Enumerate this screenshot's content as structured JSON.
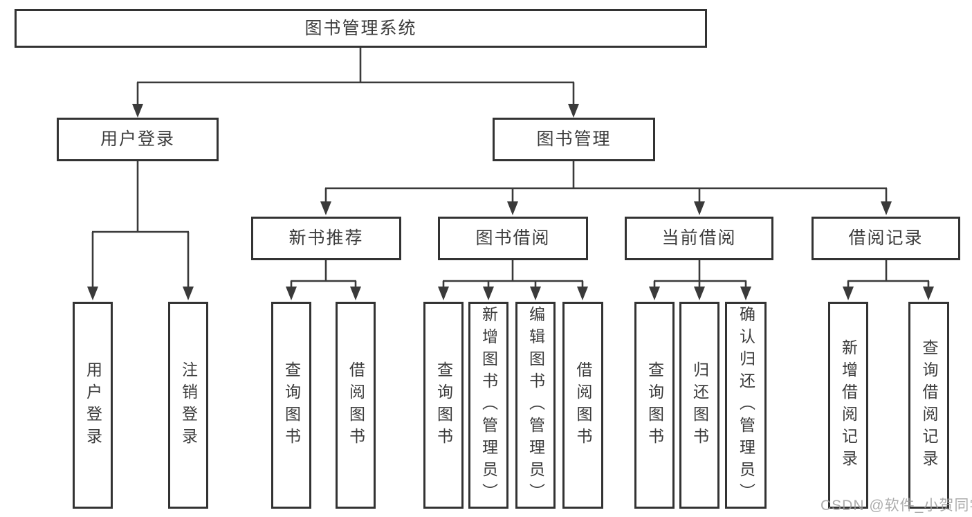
{
  "tree": {
    "label": "图书管理系统",
    "children": [
      {
        "label": "用户登录",
        "children": [
          {
            "label": "用户登录"
          },
          {
            "label": "注销登录"
          }
        ]
      },
      {
        "label": "图书管理",
        "children": [
          {
            "label": "新书推荐",
            "children": [
              {
                "label": "查询图书"
              },
              {
                "label": "借阅图书"
              }
            ]
          },
          {
            "label": "图书借阅",
            "children": [
              {
                "label": "查询图书"
              },
              {
                "label": "新增图书（管理员）"
              },
              {
                "label": "编辑图书（管理员）"
              },
              {
                "label": "借阅图书"
              }
            ]
          },
          {
            "label": "当前借阅",
            "children": [
              {
                "label": "查询图书"
              },
              {
                "label": "归还图书"
              },
              {
                "label": "确认归还（管理员）"
              }
            ]
          },
          {
            "label": "借阅记录",
            "children": [
              {
                "label": "新增借阅记录"
              },
              {
                "label": "查询借阅记录"
              }
            ]
          }
        ]
      }
    ]
  },
  "watermark": {
    "text": "CSDN @软件_小贺同学"
  },
  "colors": {
    "background": "#ffffff",
    "box_border": "#333333",
    "line": "#3a3a3a",
    "text": "#3c3c3c",
    "watermark": "#9e9e9e"
  }
}
